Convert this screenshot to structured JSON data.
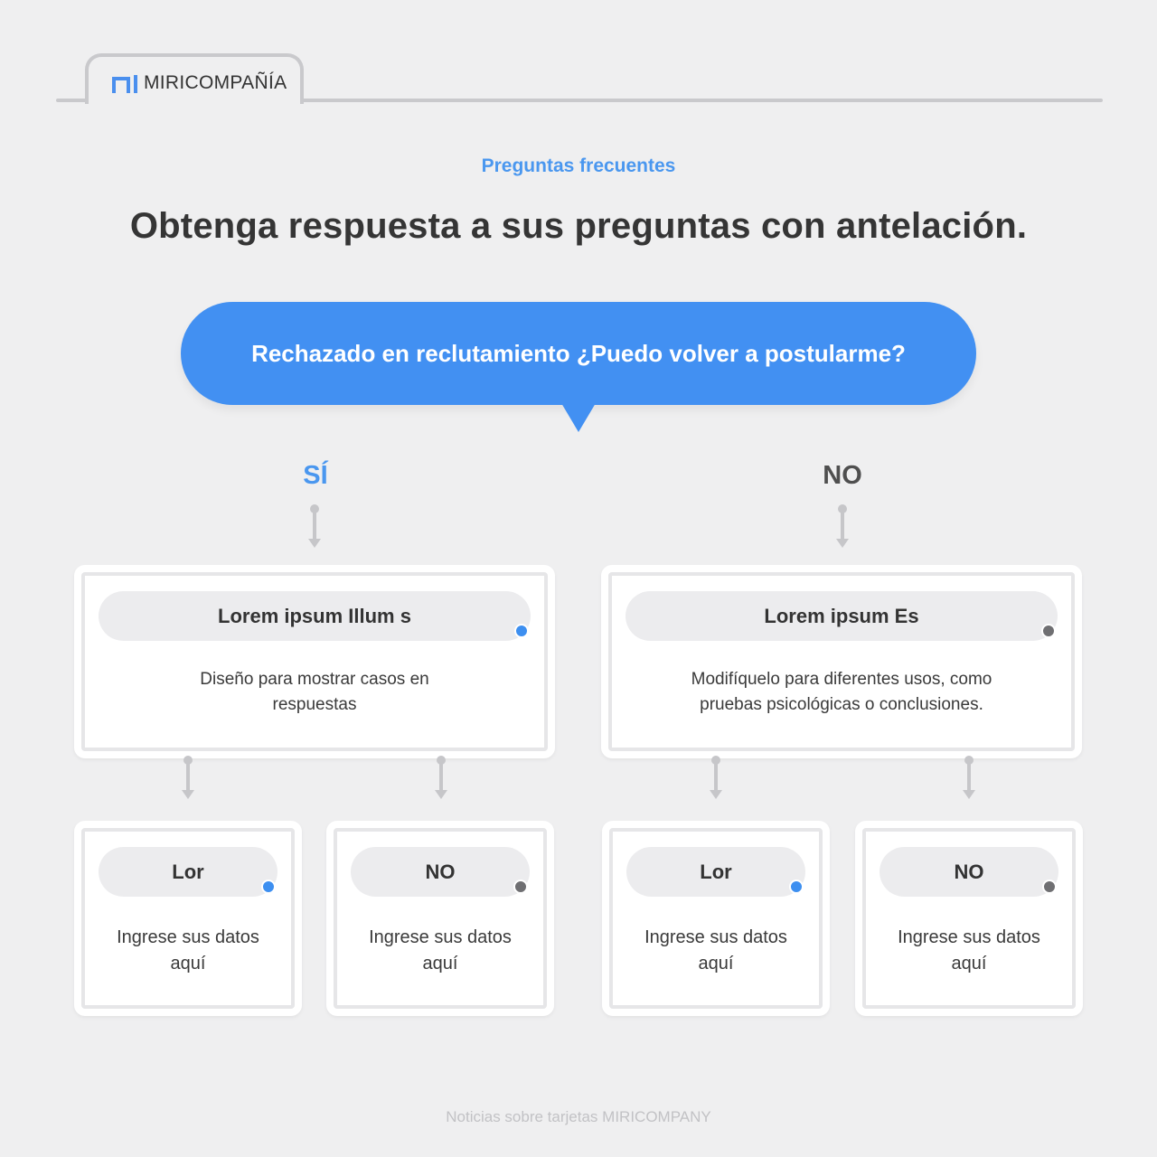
{
  "header": {
    "brand": "MIRICOMPAÑÍA",
    "logo_icon": "miricompany-logo-icon",
    "accent": "#4a8fee"
  },
  "subtitle": "Preguntas frecuentes",
  "title": "Obtenga respuesta a sus preguntas con antelación.",
  "question": "Rechazado en reclutamiento ¿Puedo volver a postularme?",
  "branches": {
    "yes": "SÍ",
    "no": "NO"
  },
  "cards": {
    "yes_main": {
      "title": "Lorem ipsum Illum s",
      "text": "Diseño para mostrar casos en respuestas",
      "indicator": "#3d8ff0"
    },
    "no_main": {
      "title": "Lorem ipsum Es",
      "text": "Modifíquelo para diferentes usos, como pruebas psicológicas o conclusiones.",
      "indicator": "#6f6f72"
    },
    "yes_left": {
      "title": "Lor",
      "text": "Ingrese sus datos aquí",
      "indicator": "#3d8ff0"
    },
    "yes_right": {
      "title": "NO",
      "text": "Ingrese sus datos aquí",
      "indicator": "#6f6f72"
    },
    "no_left": {
      "title": "Lor",
      "text": "Ingrese sus datos aquí",
      "indicator": "#3d8ff0"
    },
    "no_right": {
      "title": "NO",
      "text": "Ingrese sus datos aquí",
      "indicator": "#6f6f72"
    }
  },
  "footer": "Noticias sobre tarjetas MIRICOMPANY"
}
